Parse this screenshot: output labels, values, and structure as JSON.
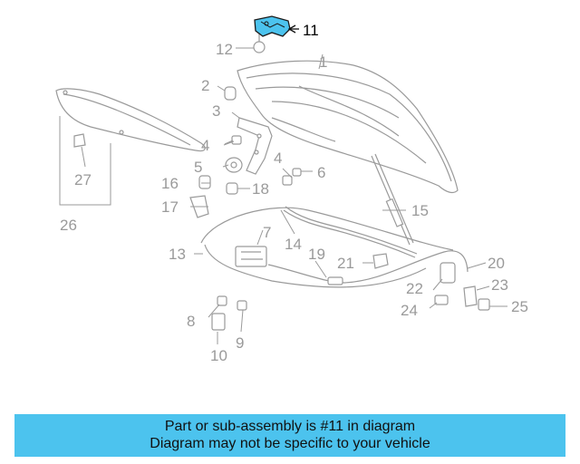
{
  "diagram": {
    "highlight_color": "#4cc3ee",
    "highlighted_callout": "11",
    "callouts": [
      "1",
      "2",
      "3",
      "4",
      "4",
      "5",
      "6",
      "7",
      "8",
      "9",
      "10",
      "11",
      "12",
      "13",
      "14",
      "15",
      "16",
      "17",
      "18",
      "19",
      "20",
      "21",
      "22",
      "23",
      "24",
      "25",
      "26",
      "27"
    ]
  },
  "banner": {
    "line1": "Part or sub-assembly is #11 in diagram",
    "line2": "Diagram may not be specific to your vehicle",
    "background": "#4cc3ee"
  }
}
